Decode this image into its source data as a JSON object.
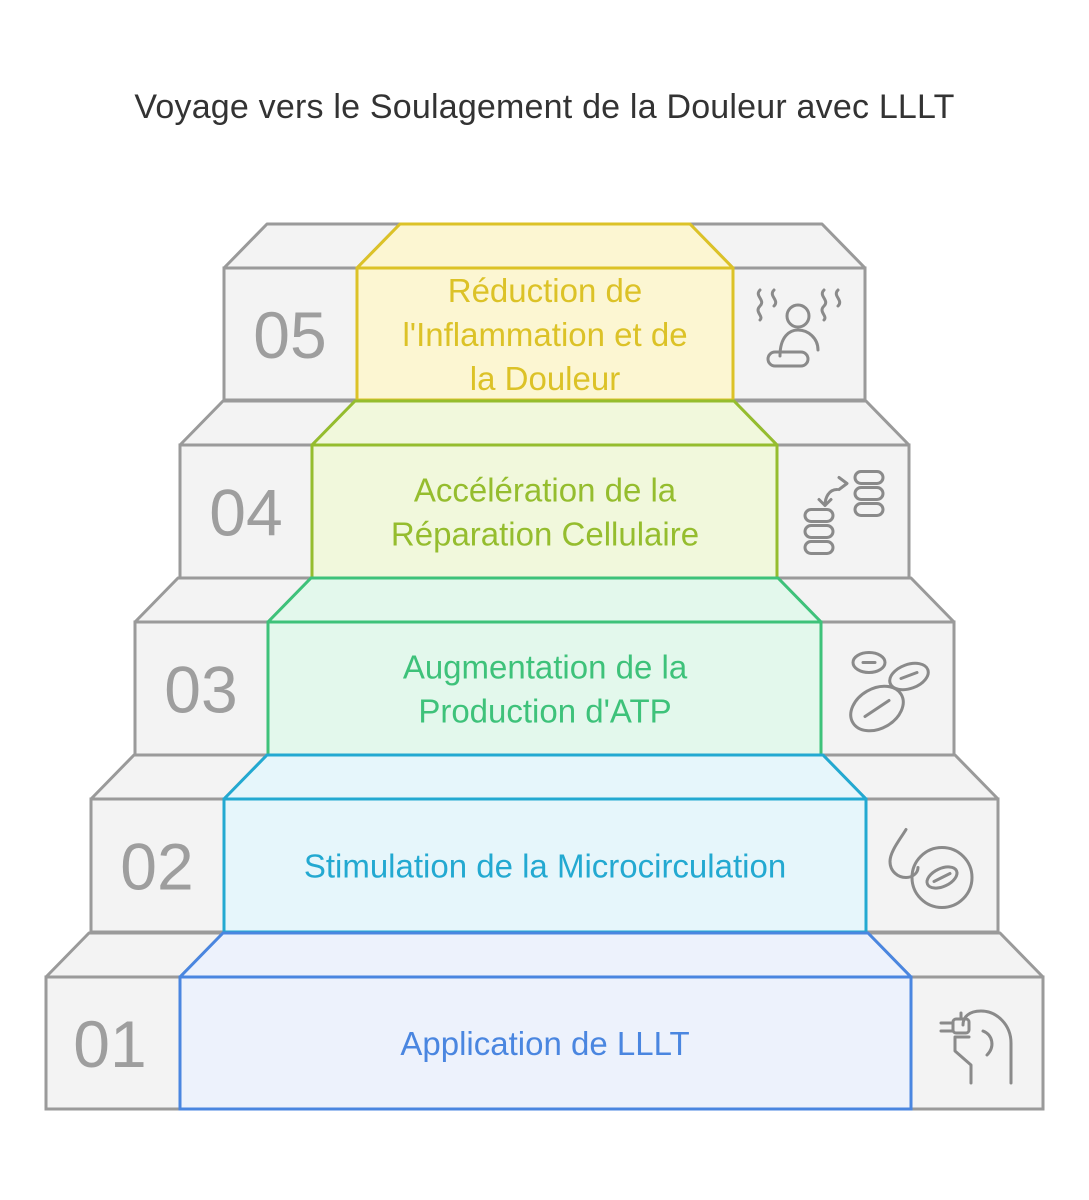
{
  "title": "Voyage vers le Soulagement de la Douleur avec LLLT",
  "steps": [
    {
      "number": "01",
      "label_lines": [
        "Application de LLLT"
      ],
      "color": "#4a86e0",
      "fill": "#edf2fc",
      "icon": "hand-device-icon"
    },
    {
      "number": "02",
      "label_lines": [
        "Stimulation de la Microcirculation"
      ],
      "color": "#23a9d1",
      "fill": "#e6f6fb",
      "icon": "blood-drop-cell-icon"
    },
    {
      "number": "03",
      "label_lines": [
        "Augmentation de la",
        "Production d'ATP"
      ],
      "color": "#3ec27a",
      "fill": "#e3f8ec",
      "icon": "cells-icon"
    },
    {
      "number": "04",
      "label_lines": [
        "Accélération de la",
        "Réparation Cellulaire"
      ],
      "color": "#95bd2e",
      "fill": "#f1f8dc",
      "icon": "cell-exchange-icon"
    },
    {
      "number": "05",
      "label_lines": [
        "Réduction de",
        "l'Inflammation et de",
        "la Douleur"
      ],
      "color": "#dcc227",
      "fill": "#fcf6d2",
      "icon": "person-relief-icon"
    }
  ],
  "colors": {
    "gray_stroke": "#9a9a9a",
    "gray_fill": "#f3f3f3",
    "number_text": "#9e9e9e"
  }
}
